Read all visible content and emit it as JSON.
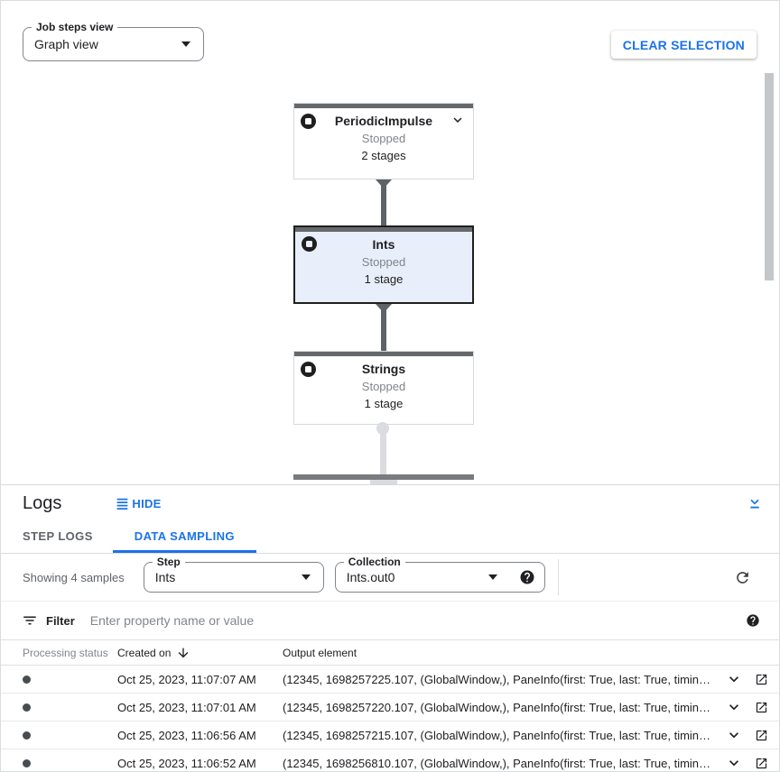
{
  "graph_toolbar": {
    "view_select": {
      "label": "Job steps view",
      "value": "Graph view"
    },
    "clear_selection_label": "CLEAR SELECTION"
  },
  "graph": {
    "nodes": [
      {
        "title": "PeriodicImpulse",
        "status": "Stopped",
        "stages": "2 stages",
        "selected": false
      },
      {
        "title": "Ints",
        "status": "Stopped",
        "stages": "1 stage",
        "selected": true
      },
      {
        "title": "Strings",
        "status": "Stopped",
        "stages": "1 stage",
        "selected": false
      }
    ]
  },
  "logs_panel": {
    "title": "Logs",
    "hide_label": "HIDE",
    "tabs": [
      {
        "label": "STEP LOGS",
        "active": false
      },
      {
        "label": "DATA SAMPLING",
        "active": true
      }
    ],
    "sample_toolbar": {
      "showing_text": "Showing 4 samples",
      "step_select": {
        "label": "Step",
        "value": "Ints"
      },
      "collection_select": {
        "label": "Collection",
        "value": "Ints.out0"
      }
    },
    "filter": {
      "label": "Filter",
      "placeholder": "Enter property name or value"
    },
    "table": {
      "columns": [
        "Processing status",
        "Created on",
        "Output element"
      ],
      "sort": {
        "column": "Created on",
        "direction": "desc"
      },
      "rows": [
        {
          "created_on": "Oct 25, 2023, 11:07:07 AM",
          "output_element": "(12345, 1698257225.107, (GlobalWindow,), PaneInfo(first: True, last: True, timing…"
        },
        {
          "created_on": "Oct 25, 2023, 11:07:01 AM",
          "output_element": "(12345, 1698257220.107, (GlobalWindow,), PaneInfo(first: True, last: True, timing…"
        },
        {
          "created_on": "Oct 25, 2023, 11:06:56 AM",
          "output_element": "(12345, 1698257215.107, (GlobalWindow,), PaneInfo(first: True, last: True, timing…"
        },
        {
          "created_on": "Oct 25, 2023, 11:06:52 AM",
          "output_element": "(12345, 1698256810.107, (GlobalWindow,), PaneInfo(first: True, last: True, timing…"
        }
      ]
    }
  },
  "icons": {
    "node_status": "stop-circle",
    "node_expand": "chevron-down",
    "hide": "list-lines",
    "collapse_panel": "chevron-down-underline",
    "refresh": "circular-arrow",
    "help": "question-circle-filled",
    "filter": "filter-lines",
    "sort_desc": "arrow-down",
    "row_expand": "chevron-down",
    "open_row": "open-in-new"
  },
  "colors": {
    "accent": "#1a73e8",
    "node_selected_bg": "#e8eefa",
    "node_top_bar": "#66696c",
    "edge_dark": "#5f6368",
    "edge_light": "#dadce0",
    "status_text_gray": "#80868b"
  }
}
